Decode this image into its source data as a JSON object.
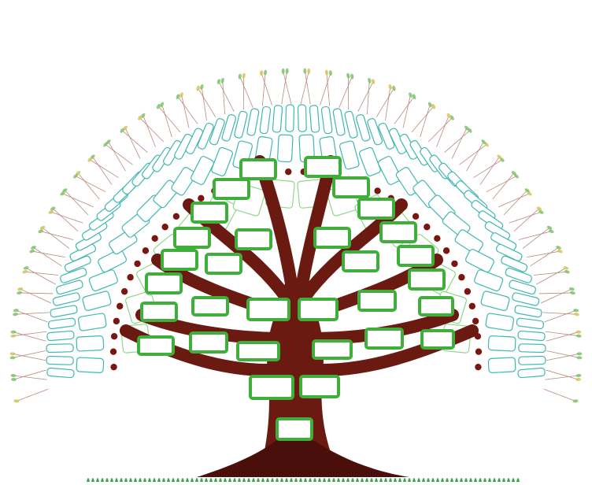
{
  "title": "",
  "colors": {
    "background": "#ffffff",
    "trunk": "#6b1a12",
    "trunk_dark": "#4a0f0a",
    "box_border": "#3fae3a",
    "box_border_light": "#8fd88a",
    "box_fill": "#ffffff",
    "outer_arc_stroke": "#3fb8b0",
    "leaf_green": "#7cc46c",
    "leaf_yellow": "#d8c25a",
    "grass": "#3fa34d",
    "berry": "#7a1610"
  },
  "family_tree": {
    "generations": [
      {
        "level": 1,
        "label": "",
        "slots": 1
      },
      {
        "level": 2,
        "label": "",
        "slots": 2
      },
      {
        "level": 3,
        "label": "",
        "slots": 4
      },
      {
        "level": 4,
        "label": "",
        "slots": 8
      },
      {
        "level": 5,
        "label": "",
        "slots": 16
      },
      {
        "level": 6,
        "label": "",
        "slots": 32
      },
      {
        "level": 7,
        "label": "",
        "slots": 64
      }
    ]
  },
  "decorations": [
    "tree-trunk",
    "roots",
    "grass",
    "berry-dots",
    "leaf-fringe"
  ]
}
